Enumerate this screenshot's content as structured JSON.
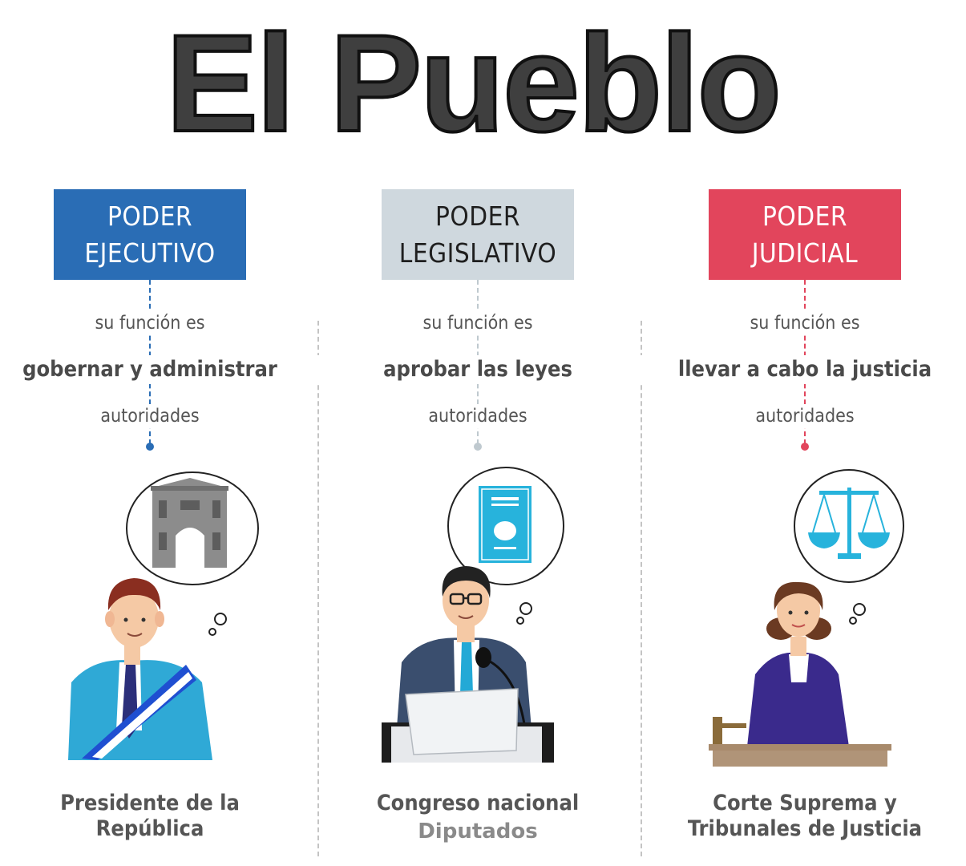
{
  "title": "El Pueblo",
  "colors": {
    "ejecutivo": "#2a6db5",
    "legislativo": "#cfd8de",
    "judicial": "#e2455c",
    "title_fill": "#3f3f3f"
  },
  "columns": [
    {
      "key": "ejecutivo",
      "header": [
        "PODER",
        "EJECUTIVO"
      ],
      "caption_function": "su función es",
      "function": "gobernar y administrar",
      "caption_authorities": "autoridades",
      "icon": "government-building-icon",
      "authority": [
        "Presidente de la",
        "República"
      ]
    },
    {
      "key": "legislativo",
      "header": [
        "PODER",
        "LEGISLATIVO"
      ],
      "caption_function": "su función es",
      "function": "aprobar las leyes",
      "caption_authorities": "autoridades",
      "icon": "constitution-book-icon",
      "authority": [
        "Congreso nacional"
      ],
      "extra": "Diputados"
    },
    {
      "key": "judicial",
      "header": [
        "PODER",
        "JUDICIAL"
      ],
      "caption_function": "su función es",
      "function": "llevar a cabo la justicia",
      "caption_authorities": "autoridades",
      "icon": "scales-of-justice-icon",
      "authority": [
        "Corte Suprema y",
        "Tribunales de Justicia"
      ]
    }
  ]
}
